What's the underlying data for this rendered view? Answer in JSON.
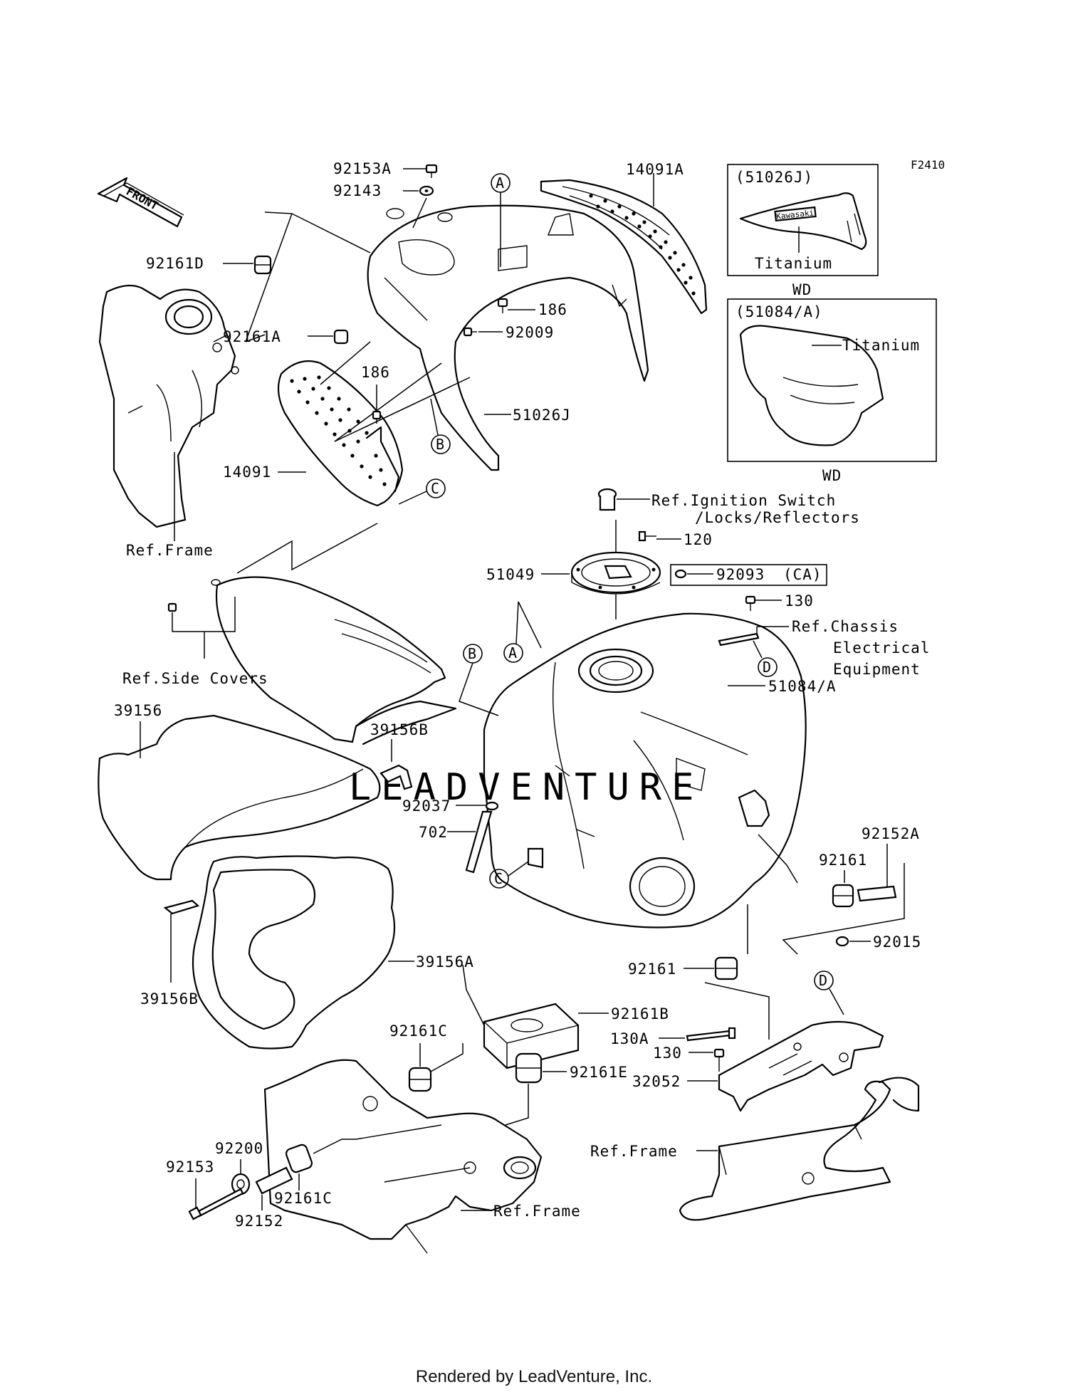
{
  "diagram": {
    "code": "F2410",
    "front_label": "FRONT",
    "callouts": {
      "a": "A",
      "b": "B",
      "c": "C",
      "d": "D"
    },
    "parts": {
      "p92153A": "92153A",
      "p92143": "92143",
      "p14091A": "14091A",
      "p92161D": "92161D",
      "p186a": "186",
      "p92009": "92009",
      "p92161A": "92161A",
      "p186b": "186",
      "p51026J": "51026J",
      "p14091": "14091",
      "p120": "120",
      "p51049": "51049",
      "p130a": "130",
      "p51084A": "51084/A",
      "p39156": "39156",
      "p39156B_top": "39156B",
      "p92037": "92037",
      "p702": "702",
      "p92161_right": "92161",
      "p92152A": "92152A",
      "p92015": "92015",
      "p39156B_left": "39156B",
      "p39156A": "39156A",
      "p92161_mid": "92161",
      "p92161B": "92161B",
      "p130A": "130A",
      "p130b": "130",
      "p32052": "32052",
      "p92161C_top": "92161C",
      "p92161E": "92161E",
      "p92200": "92200",
      "p92153": "92153",
      "p92152": "92152",
      "p92161C_bottom": "92161C"
    },
    "refs": {
      "frame_top": "Ref.Frame",
      "side_covers": "Ref.Side Covers",
      "ignition_1": "Ref.Ignition Switch",
      "ignition_2": "/Locks/Reflectors",
      "chassis_1": "Ref.Chassis",
      "chassis_2": "Electrical",
      "chassis_3": "Equipment",
      "frame_right": "Ref.Frame",
      "frame_bottom": "Ref.Frame"
    },
    "inset_51026J": {
      "title": "(51026J)",
      "logo": "Kawasaki",
      "label": "Titanium",
      "model": "WD"
    },
    "inset_51084A": {
      "title": "(51084/A)",
      "label": "Titanium",
      "model": "WD"
    },
    "boxed_part": {
      "number": "92093",
      "note": "(CA)"
    },
    "watermark": "LEADVENTURE"
  },
  "footer": {
    "text": "Rendered by LeadVenture, Inc."
  }
}
